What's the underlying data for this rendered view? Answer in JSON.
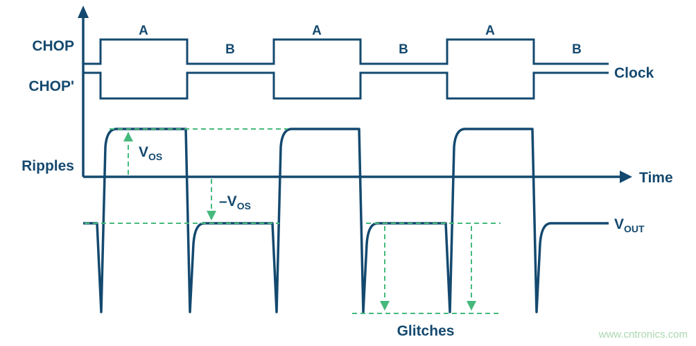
{
  "colors": {
    "navy": "#14496f",
    "green": "#45b97c",
    "watermark_green": "#a9d7ae"
  },
  "labels": {
    "chop": "CHOP",
    "chop_prime": "CHOP'",
    "clock": "Clock",
    "ripples": "Ripples",
    "time": "Time",
    "glitches": "Glitches",
    "vout_main": "V",
    "vout_sub": "OUT",
    "vos_main": "V",
    "vos_sub": "OS",
    "neg_vos_main": "–V",
    "neg_vos_sub": "OS"
  },
  "phases": {
    "a": [
      "A",
      "A",
      "A"
    ],
    "b": [
      "B",
      "B",
      "B"
    ]
  },
  "watermark": "www.cntronics.com"
}
